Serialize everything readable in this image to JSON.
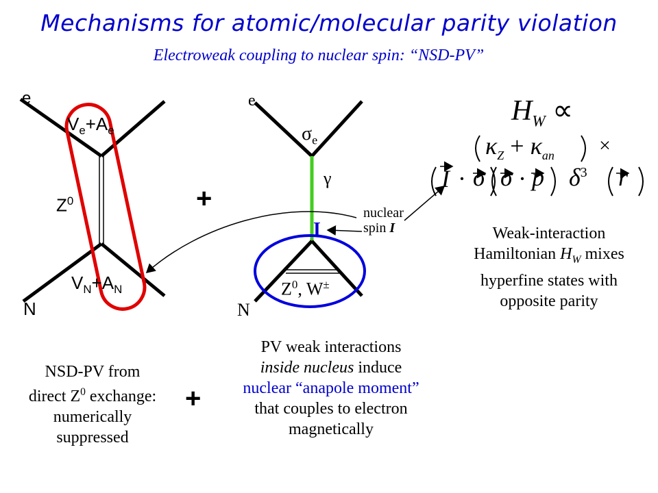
{
  "title": "Mechanisms for atomic/molecular parity violation",
  "subtitle": "Electroweak coupling to nuclear spin: “NSD-PV”",
  "left_diagram": {
    "label_e": "e",
    "label_N": "N",
    "vertex_top": {
      "main": "V",
      "sub1": "e",
      "plus": "+A",
      "sub2": "e"
    },
    "boson": {
      "main": "Z",
      "sup": "0"
    },
    "vertex_bottom": {
      "main": "V",
      "sub1": "N",
      "plus": "+A",
      "sub2": "N"
    },
    "highlight_color": "#e00000"
  },
  "plus_middle": "+",
  "plus_bottom": "+",
  "middle_diagram": {
    "label_e": "e",
    "label_N": "N",
    "sigma": {
      "main": "σ",
      "sub": "e"
    },
    "photon": "γ",
    "spin": "I",
    "loop": {
      "z": "Z",
      "z_sup": "0",
      "w": ", W",
      "w_sup": "±"
    },
    "photon_color": "#44cc22",
    "loop_color": "#0000dd"
  },
  "nuclear_spin_label": {
    "line1": "nuclear",
    "line2": "spin",
    "symbol": "I"
  },
  "hamiltonian": {
    "lhs": "H",
    "lhs_sub": "W",
    "propto": "∝",
    "kappa_z": "κ",
    "kappa_z_sub": "Z",
    "kappa_an": "κ",
    "kappa_an_sub": "an",
    "times": "×",
    "I": "I",
    "sigma": "σ",
    "p": "p",
    "delta": "δ",
    "cube": "3",
    "r": "r"
  },
  "captions": {
    "left": {
      "l1": "NSD-PV from",
      "l2a": "direct Z",
      "l2sup": "0",
      "l2b": " exchange:",
      "l3": "numerically",
      "l4": "suppressed"
    },
    "middle": {
      "l1": "PV weak interactions",
      "l2a": "inside nucleus",
      "l2b": " induce",
      "l3": "nuclear “anapole moment”",
      "l4": "that couples to electron",
      "l5": "magnetically"
    },
    "right": {
      "l1": "Weak-interaction",
      "l2a": "Hamiltonian ",
      "l2b": "H",
      "l2sub": "W",
      "l2c": " mixes",
      "l3": "hyperfine states with",
      "l4": "opposite parity"
    }
  }
}
